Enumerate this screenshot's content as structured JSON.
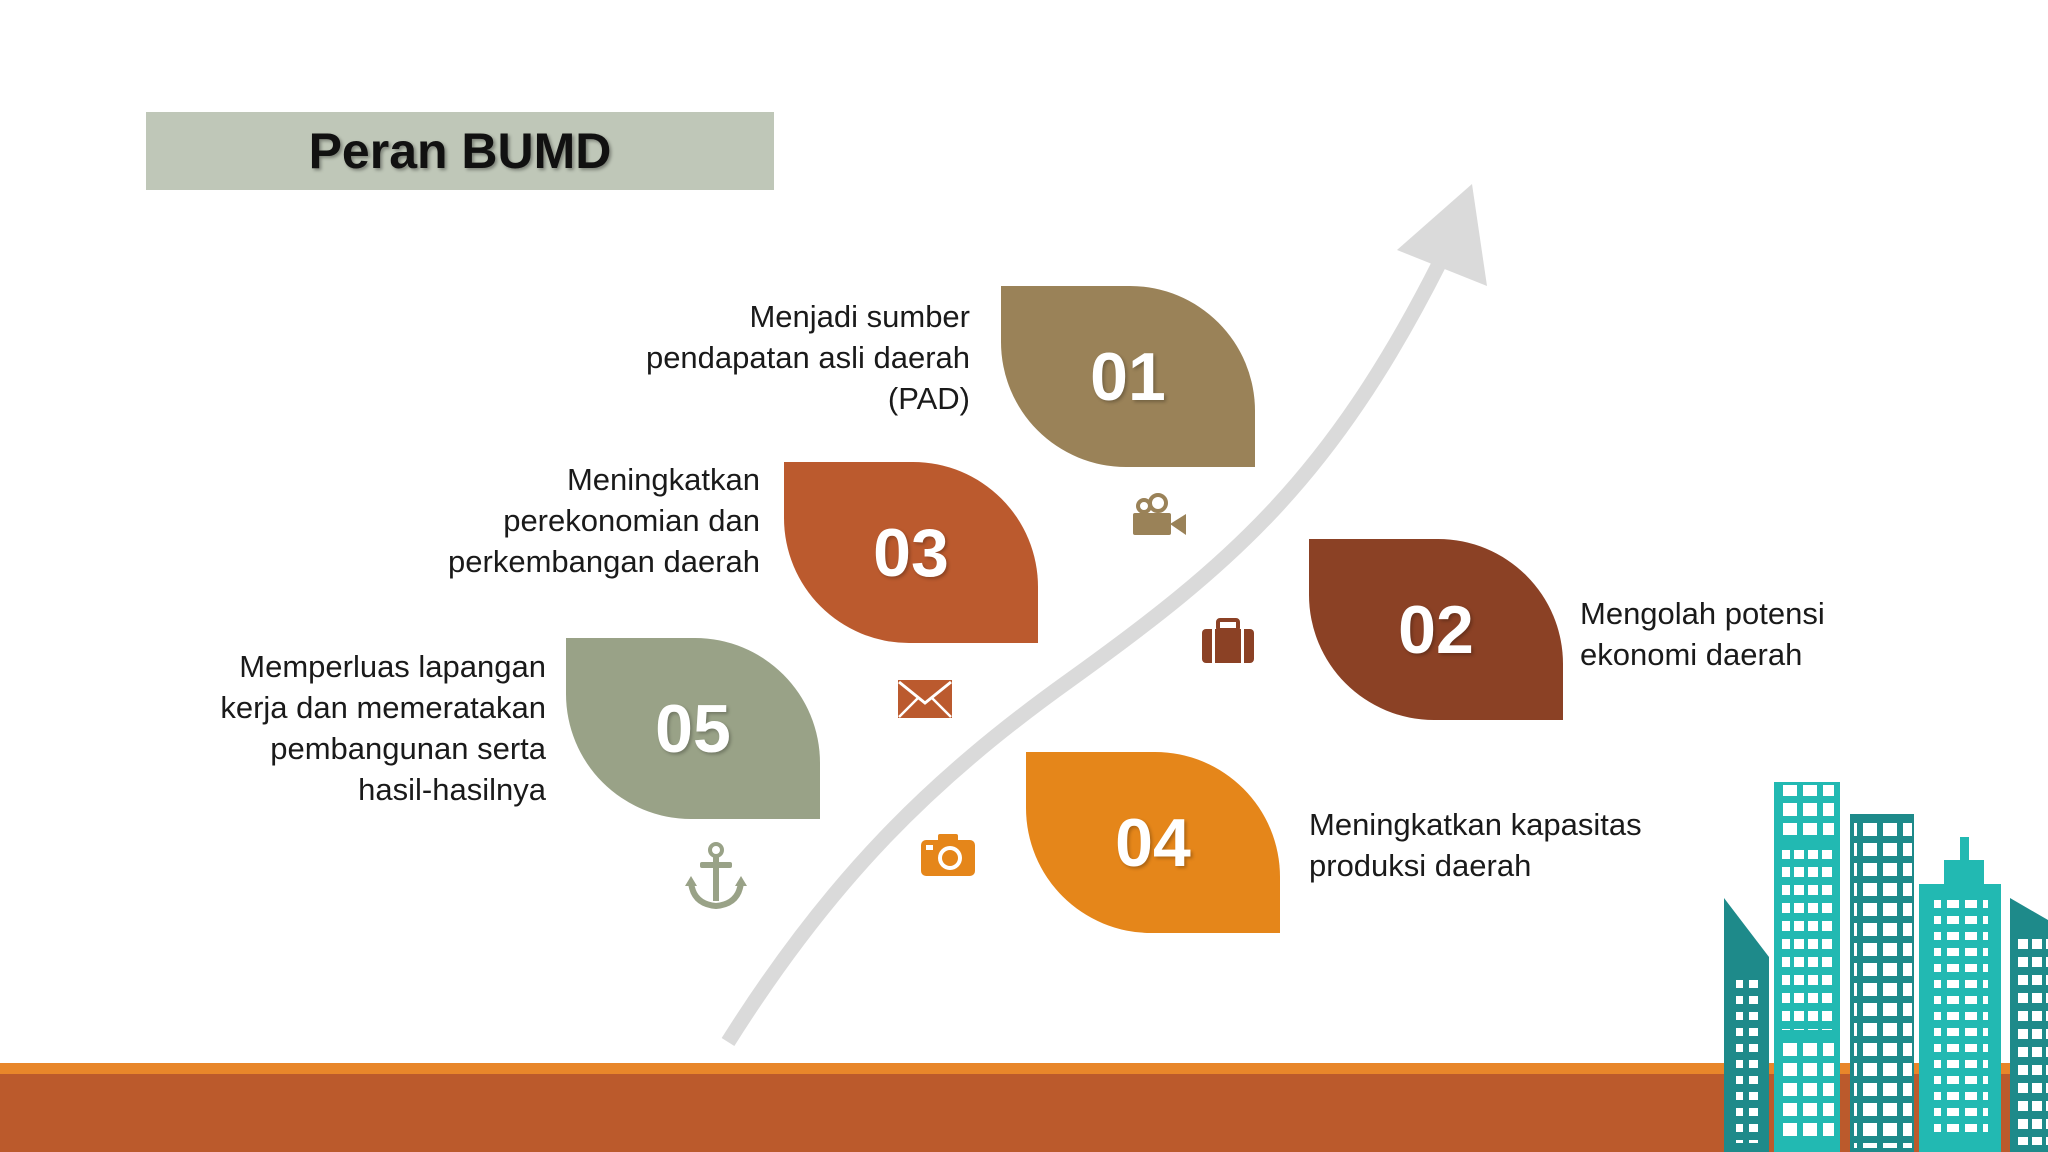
{
  "title": "Peran BUMD",
  "colors": {
    "title_bg": "#bfc7b8",
    "arrow": "#dadada",
    "leaf_01": "#9a8258",
    "leaf_02": "#8b4125",
    "leaf_03": "#bb5a2e",
    "leaf_04": "#e5861a",
    "leaf_05": "#99a287",
    "band": "#bb5a2c",
    "band_line": "#e8862a",
    "building_dark": "#1e8a8a",
    "building_light": "#22b9b2"
  },
  "items": [
    {
      "number": "01",
      "icon": "video-camera-icon",
      "lines": [
        "Menjadi sumber",
        "pendapatan asli daerah",
        "(PAD)"
      ]
    },
    {
      "number": "02",
      "icon": "briefcase-icon",
      "lines": [
        "Mengolah potensi",
        "ekonomi daerah"
      ]
    },
    {
      "number": "03",
      "icon": "envelope-icon",
      "lines": [
        "Meningkatkan",
        "perekonomian dan",
        "perkembangan daerah"
      ]
    },
    {
      "number": "04",
      "icon": "camera-icon",
      "lines": [
        "Meningkatkan kapasitas",
        "produksi daerah"
      ]
    },
    {
      "number": "05",
      "icon": "anchor-icon",
      "lines": [
        "Memperluas lapangan",
        "kerja dan memeratakan",
        "pembangunan serta",
        "hasil-hasilnya"
      ]
    }
  ]
}
